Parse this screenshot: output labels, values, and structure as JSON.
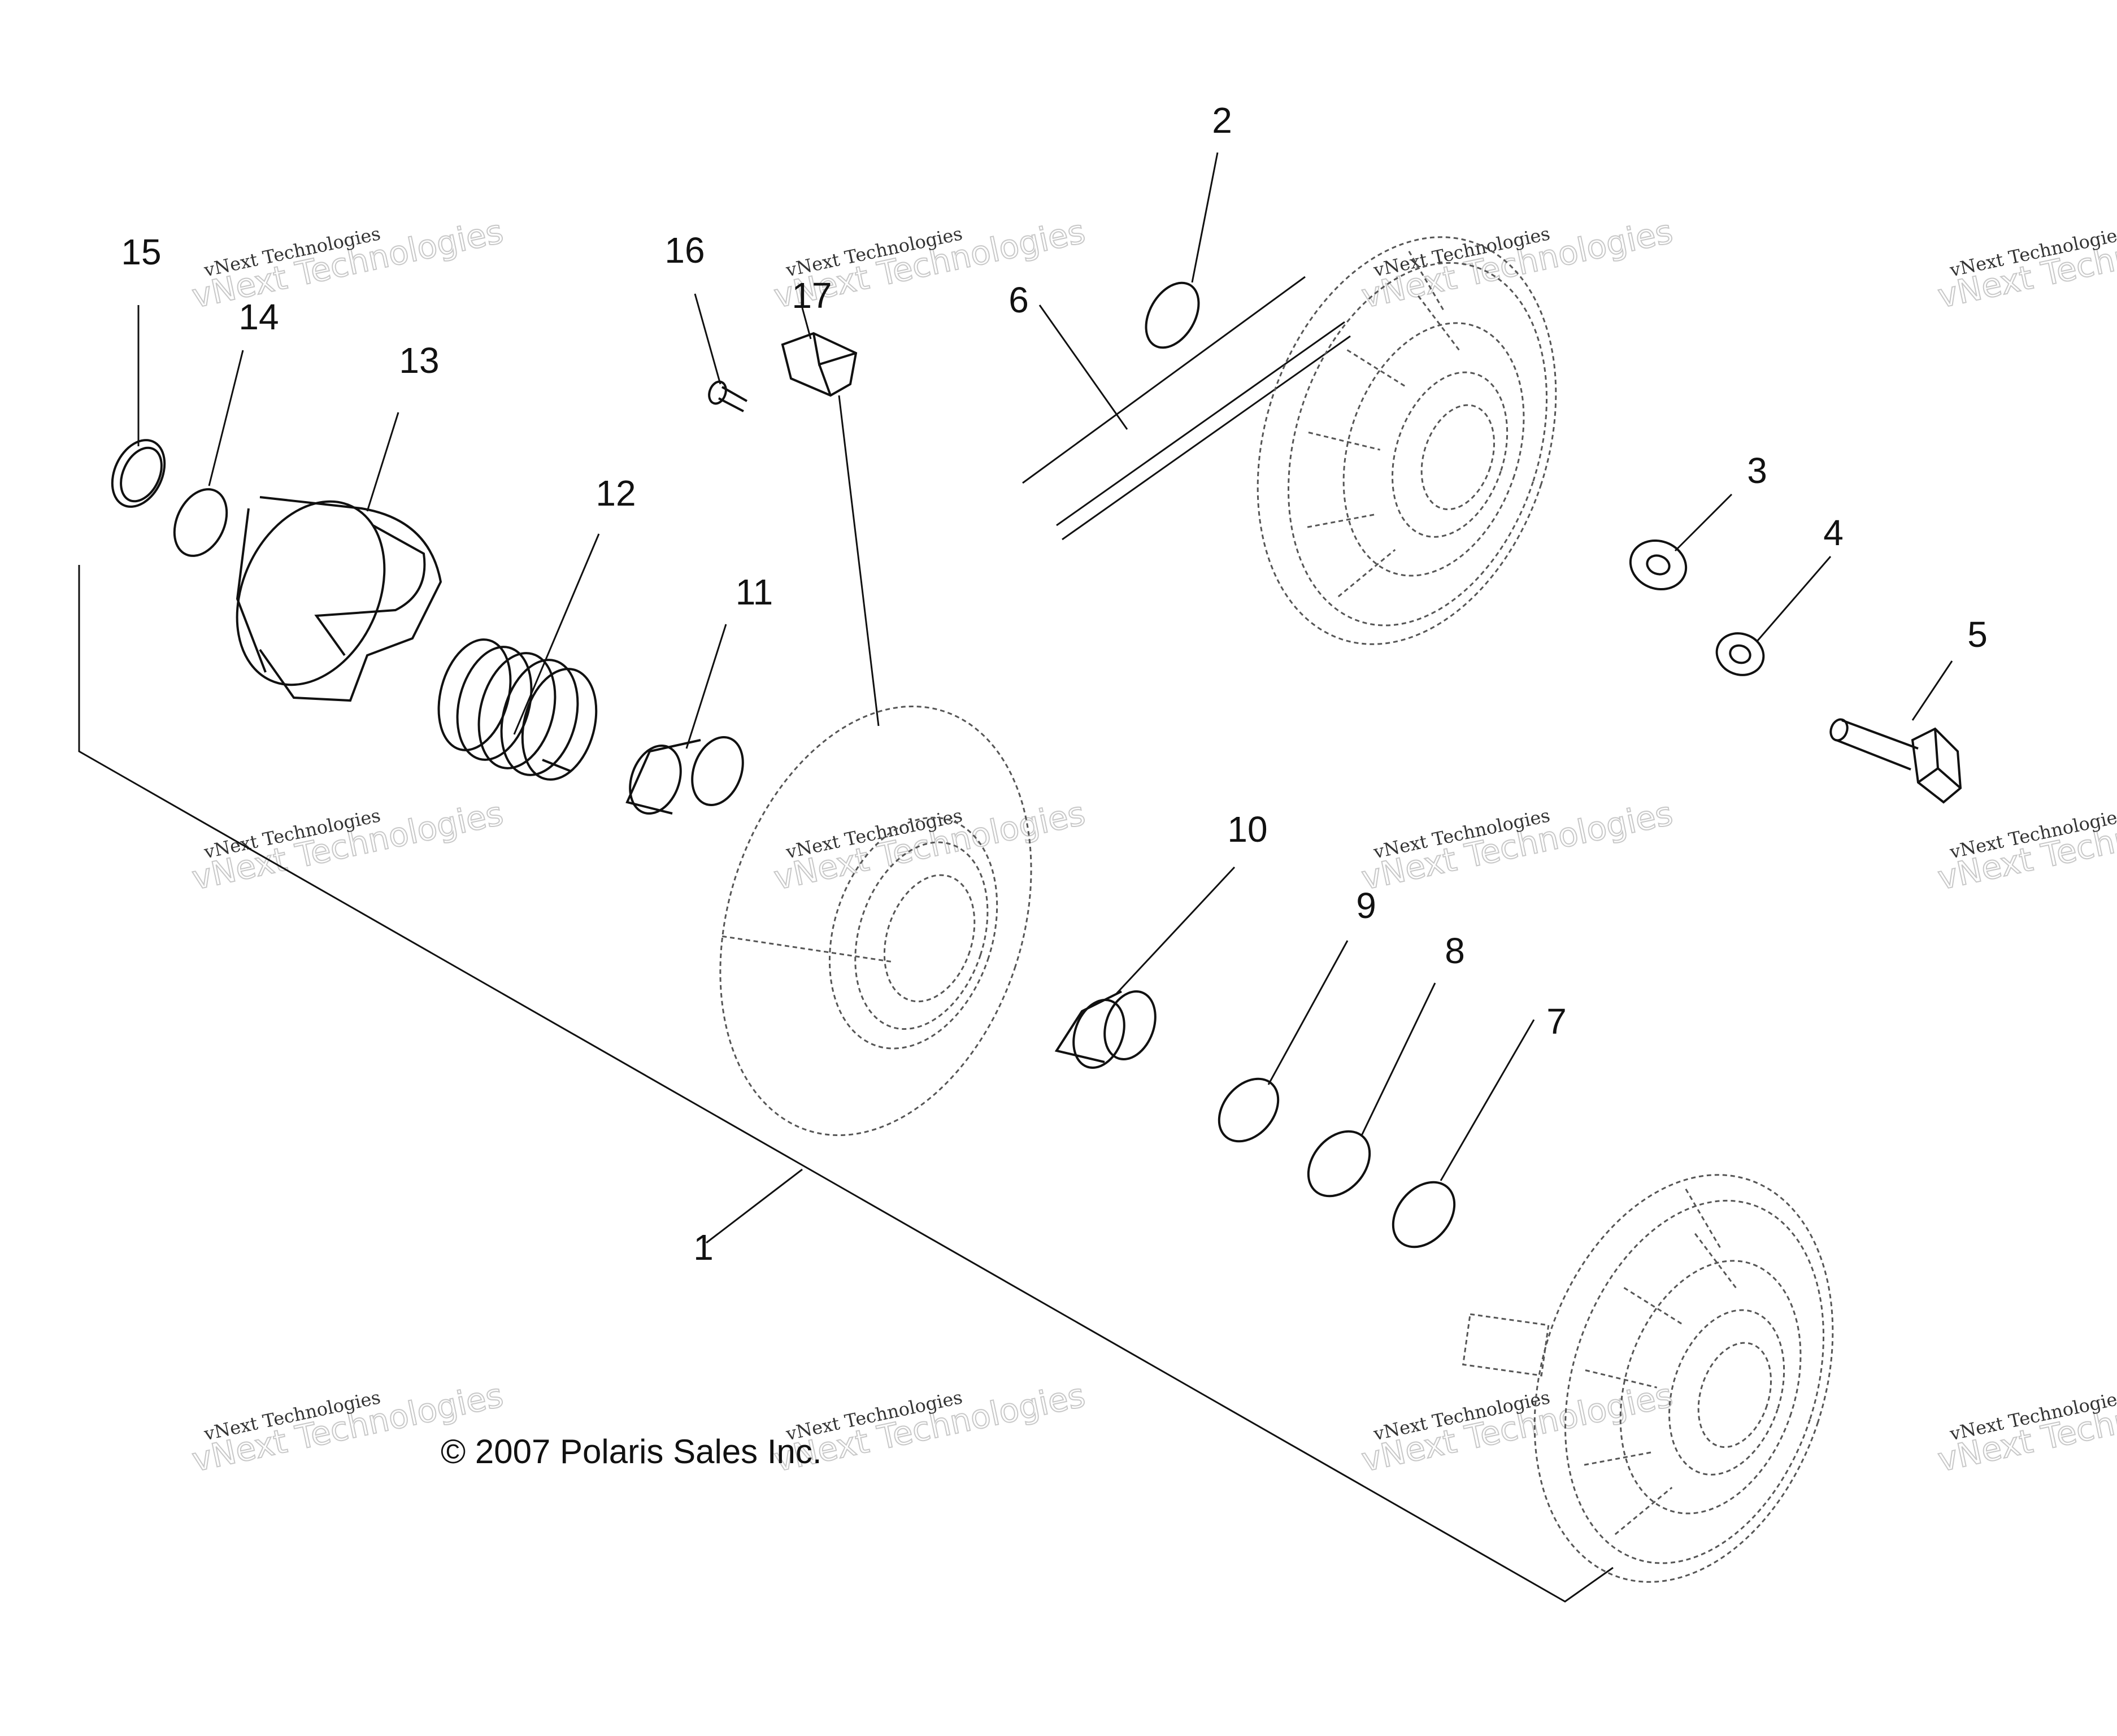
{
  "copyright": "© 2007 Polaris Sales Inc.",
  "watermark": {
    "line1": "vNext Technologies",
    "line2": "vNext Technologies"
  },
  "callouts": [
    "1",
    "2",
    "3",
    "4",
    "5",
    "6",
    "7",
    "8",
    "9",
    "10",
    "11",
    "12",
    "13",
    "14",
    "15",
    "16",
    "17"
  ],
  "colors": {
    "ink": "#111111",
    "ghost": "#555555",
    "watermark": "#c8c8c8"
  }
}
